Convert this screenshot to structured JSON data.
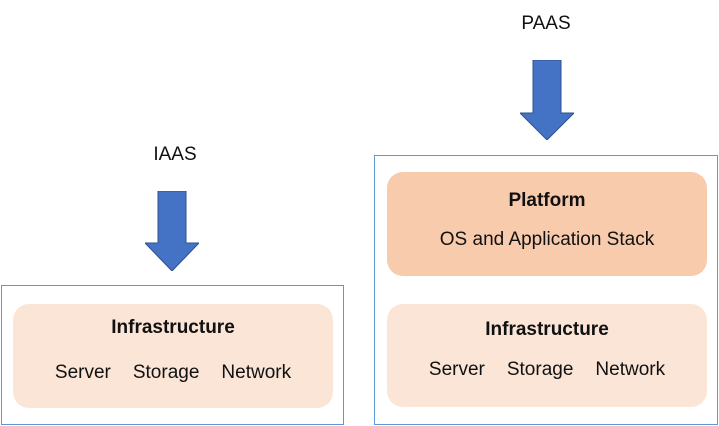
{
  "iaas": {
    "label": "IAAS",
    "infrastructure": {
      "title": "Infrastructure",
      "items": [
        "Server",
        "Storage",
        "Network"
      ]
    }
  },
  "paas": {
    "label": "PAAS",
    "platform": {
      "title": "Platform",
      "subtitle": "OS and Application Stack"
    },
    "infrastructure": {
      "title": "Infrastructure",
      "items": [
        "Server",
        "Storage",
        "Network"
      ]
    }
  },
  "colors": {
    "arrow": "#4472c4",
    "box_border": "#5b9bd5",
    "panel_light": "#fbe5d6",
    "panel_dark": "#f8cbad"
  },
  "icons": {
    "arrow": "down-arrow-icon"
  }
}
